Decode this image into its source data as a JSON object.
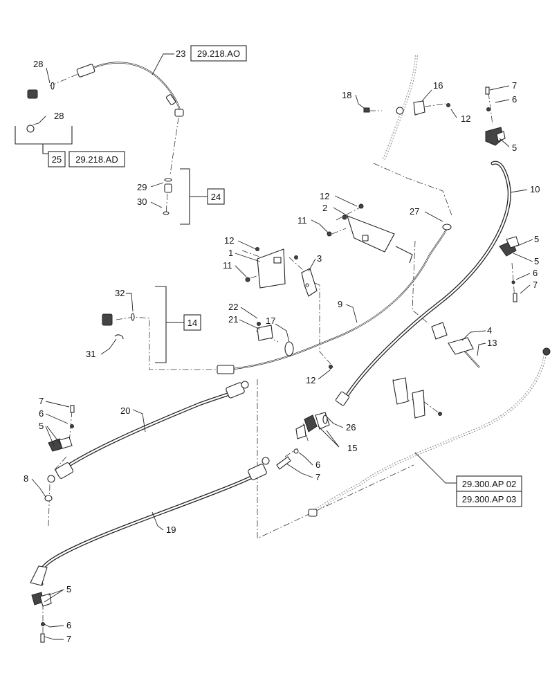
{
  "callouts": [
    {
      "id": "c23",
      "text": "23"
    },
    {
      "id": "c28a",
      "text": "28"
    },
    {
      "id": "c28b",
      "text": "28"
    },
    {
      "id": "c29",
      "text": "29"
    },
    {
      "id": "c30",
      "text": "30"
    },
    {
      "id": "c18",
      "text": "18"
    },
    {
      "id": "c16",
      "text": "16"
    },
    {
      "id": "c12a",
      "text": "12"
    },
    {
      "id": "c7a",
      "text": "7"
    },
    {
      "id": "c6a",
      "text": "6"
    },
    {
      "id": "c5a",
      "text": "5"
    },
    {
      "id": "c10",
      "text": "10"
    },
    {
      "id": "c12b",
      "text": "12"
    },
    {
      "id": "c2",
      "text": "2"
    },
    {
      "id": "c27",
      "text": "27"
    },
    {
      "id": "c11a",
      "text": "11"
    },
    {
      "id": "c12c",
      "text": "12"
    },
    {
      "id": "c1",
      "text": "1"
    },
    {
      "id": "c11b",
      "text": "11"
    },
    {
      "id": "c3",
      "text": "3"
    },
    {
      "id": "c5b",
      "text": "5"
    },
    {
      "id": "c5c",
      "text": "5"
    },
    {
      "id": "c6b",
      "text": "6"
    },
    {
      "id": "c7b",
      "text": "7"
    },
    {
      "id": "c32",
      "text": "32"
    },
    {
      "id": "c31",
      "text": "31"
    },
    {
      "id": "c9",
      "text": "9"
    },
    {
      "id": "c22",
      "text": "22"
    },
    {
      "id": "c21",
      "text": "21"
    },
    {
      "id": "c17",
      "text": "17"
    },
    {
      "id": "c4",
      "text": "4"
    },
    {
      "id": "c13",
      "text": "13"
    },
    {
      "id": "c12d",
      "text": "12"
    },
    {
      "id": "c7c",
      "text": "7"
    },
    {
      "id": "c6c",
      "text": "6"
    },
    {
      "id": "c5d",
      "text": "5"
    },
    {
      "id": "c20",
      "text": "20"
    },
    {
      "id": "c26",
      "text": "26"
    },
    {
      "id": "c15",
      "text": "15"
    },
    {
      "id": "c6d",
      "text": "6"
    },
    {
      "id": "c7d",
      "text": "7"
    },
    {
      "id": "c8",
      "text": "8"
    },
    {
      "id": "c19",
      "text": "19"
    },
    {
      "id": "c5e",
      "text": "5"
    },
    {
      "id": "c6e",
      "text": "6"
    },
    {
      "id": "c7e",
      "text": "7"
    }
  ],
  "references": [
    {
      "id": "r_aoa",
      "text": "29.218.AO"
    },
    {
      "id": "r_ad",
      "text": "29.218.AD"
    },
    {
      "id": "r_ap02",
      "text": "29.300.AP 02"
    },
    {
      "id": "r_ap03",
      "text": "29.300.AP 03"
    }
  ],
  "kits": [
    {
      "id": "k25",
      "text": "25"
    },
    {
      "id": "k24",
      "text": "24"
    },
    {
      "id": "k14",
      "text": "14"
    }
  ]
}
